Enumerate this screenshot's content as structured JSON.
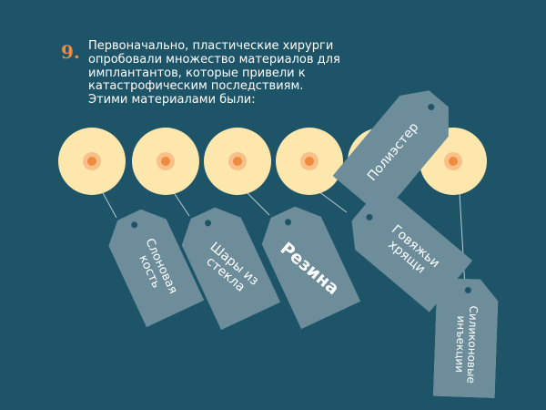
{
  "header": {
    "number": "9.",
    "lines": [
      "Первоначально, пластические хирурги",
      "опробовали множество материалов для",
      "имплантантов, которые привели к",
      "катастрофическим последствиям.",
      "Этими материалами были:"
    ]
  },
  "tags": [
    {
      "line1": "Слоновая",
      "line2": "кость"
    },
    {
      "line1": "Шары из",
      "line2": "стекла"
    },
    {
      "line1": "Резина",
      "line2": ""
    },
    {
      "line1": "Говяжьи",
      "line2": "хрящи"
    },
    {
      "line1": "Силиконовые",
      "line2": "инъекции"
    },
    {
      "line1": "Полиэстер",
      "line2": ""
    }
  ],
  "colors": {
    "background": "#1d5468",
    "circle": "#fde7ad",
    "accent": "#f08a3c",
    "tag": "#6d8d9a"
  }
}
